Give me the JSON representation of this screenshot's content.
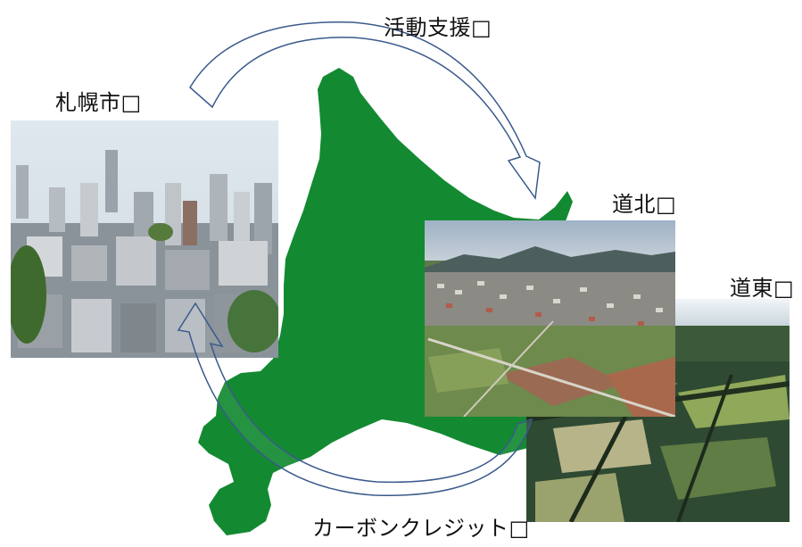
{
  "labels": {
    "support": "活動支援□",
    "sapporo": "札幌市□",
    "dohoku": "道北□",
    "doto": "道東□",
    "carbon": "カーボンクレジット□"
  },
  "colors": {
    "hokkaido": "#138a32",
    "arrow_stroke": "#3a5a8c",
    "arrow_fill": "#ffffff"
  },
  "photos": {
    "sapporo": "city-skyline-photo",
    "dohoku": "town-aerial-photo",
    "doto": "farmland-aerial-photo"
  }
}
